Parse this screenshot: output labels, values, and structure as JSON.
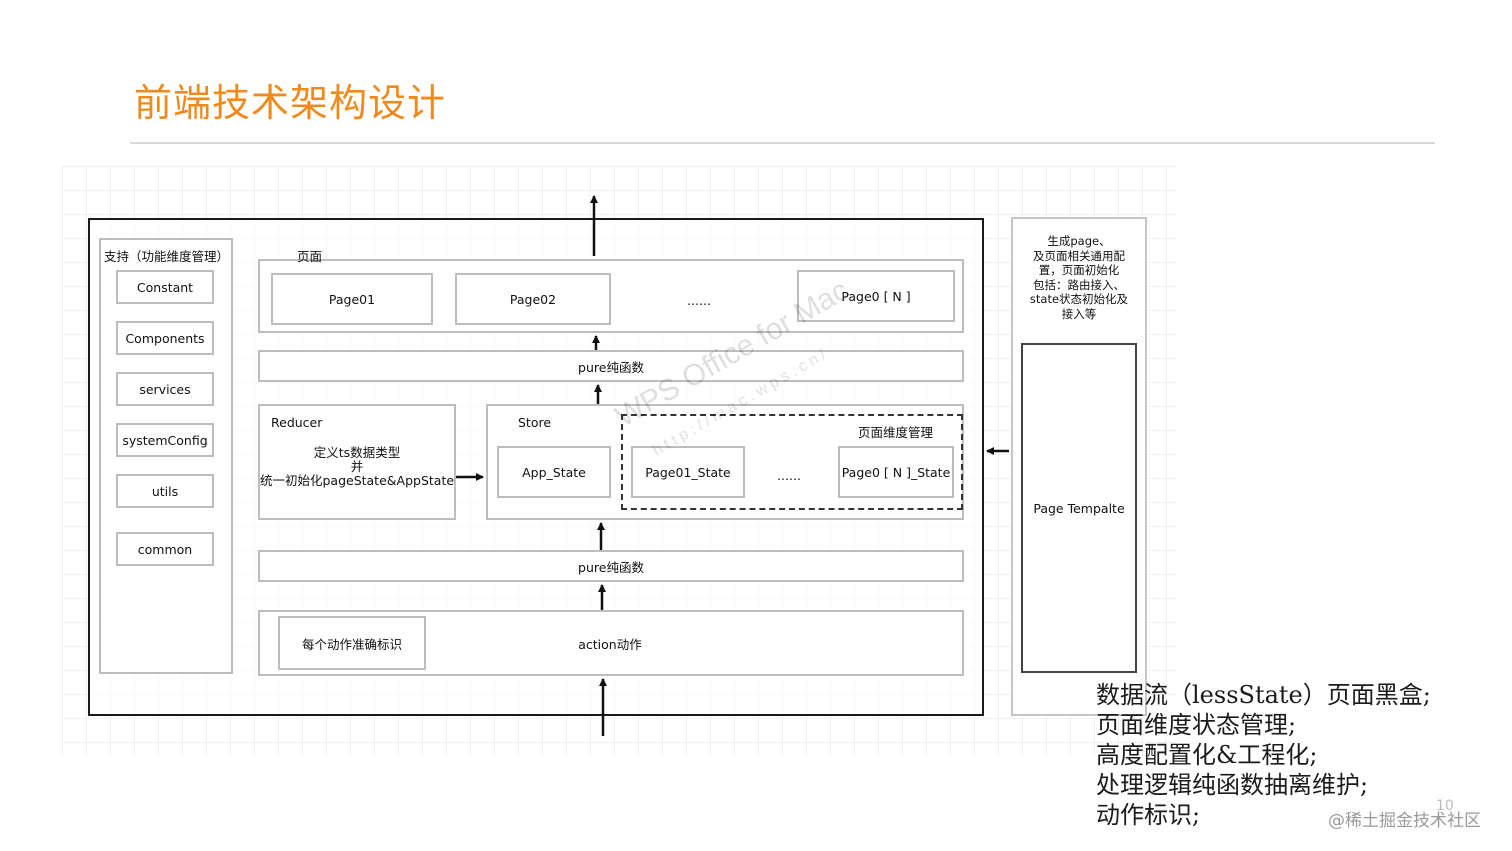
{
  "title": "前端技术架构设计",
  "support": {
    "label": "支持（功能维度管理）",
    "items": [
      "Constant",
      "Components",
      "services",
      "systemConfig",
      "utils",
      "common"
    ]
  },
  "pages": {
    "label": "页面",
    "items": [
      "Page01",
      "Page02",
      "......",
      "Page0 [ N ]"
    ]
  },
  "pure_top": "pure纯函数",
  "pure_bottom": "pure纯函数",
  "reducer": {
    "label": "Reducer",
    "line1": "定义ts数据类型",
    "line2": "并",
    "line3": "统一初始化pageState&AppState"
  },
  "store": {
    "label": "Store",
    "app_state": "App_State",
    "page_dim_label": "页面维度管理",
    "page01_state": "Page01_State",
    "ellipsis": "......",
    "pagen_state": "Page0 [ N ]_State"
  },
  "action": {
    "identifier": "每个动作准确标识",
    "label": "action动作"
  },
  "right_panel": {
    "description": [
      "生成page、",
      "及页面相关通用配",
      "置，页面初始化",
      "包括：路由接入、",
      "state状态初始化及",
      "接入等"
    ],
    "template": "Page Tempalte"
  },
  "notes": [
    "数据流（lessState）页面黑盒;",
    "页面维度状态管理;",
    "高度配置化&工程化;",
    "处理逻辑纯函数抽离维护;",
    "动作标识;"
  ],
  "watermark": "WPS Office for Mac",
  "watermark_url": "http://mac.wps.cn/",
  "page_number": "10",
  "credit": "@稀土掘金技术社区",
  "colors": {
    "title": "#f08a1c",
    "box_border": "#bdbdbd",
    "frame": "#1a1a1a"
  }
}
